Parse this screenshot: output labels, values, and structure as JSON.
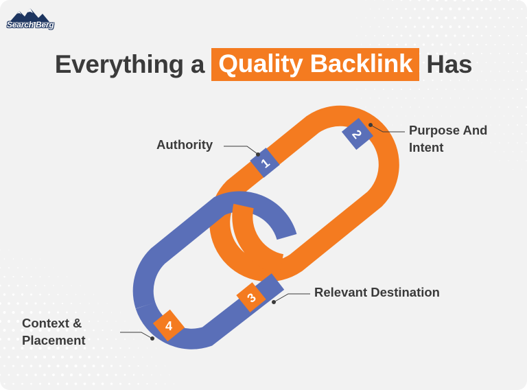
{
  "brand": {
    "name": "Search Berg"
  },
  "headline": {
    "before": "Everything a",
    "highlight": "Quality Backlink",
    "after": "Has"
  },
  "labels": [
    {
      "number": "1",
      "text": "Authority"
    },
    {
      "number": "2",
      "line1": "Purpose And",
      "line2": "Intent"
    },
    {
      "number": "3",
      "text": "Relevant Destination"
    },
    {
      "number": "4",
      "line1": "Context &",
      "line2": "Placement"
    }
  ],
  "colors": {
    "orange": "#f47b20",
    "blue": "#5a6fb8",
    "text": "#3a3a3a",
    "background": "#f2f2f2"
  }
}
